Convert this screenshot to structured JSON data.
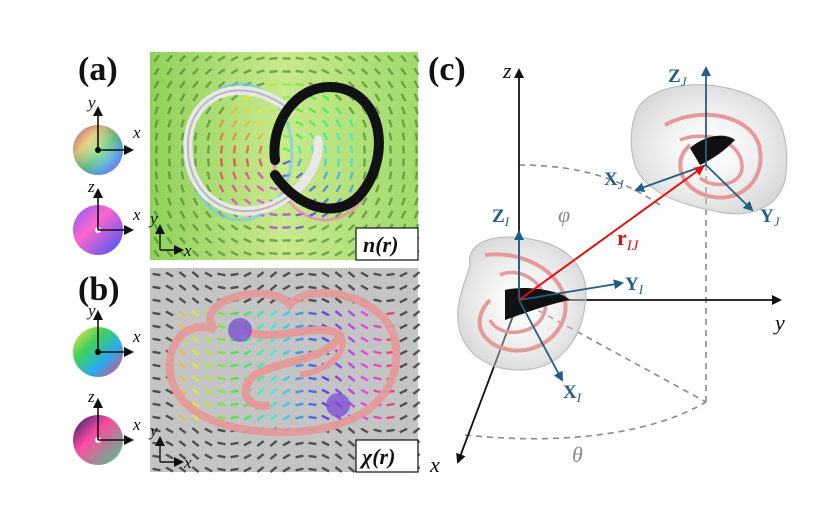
{
  "panels": {
    "a": {
      "label": "(a)",
      "field_label": "n(r)"
    },
    "b": {
      "label": "(b)",
      "field_label": "χ(r)"
    },
    "c": {
      "label": "(c)"
    }
  },
  "axes": {
    "x": "x",
    "y": "y",
    "z": "z"
  },
  "frames": {
    "I": {
      "Z": "Z",
      "Y": "Y",
      "X": "X",
      "sub": "I"
    },
    "J": {
      "Z": "Z",
      "Y": "Y",
      "X": "X",
      "sub": "J"
    }
  },
  "vector": {
    "main": "r",
    "sub": "IJ"
  },
  "angles": {
    "phi": "φ",
    "theta": "θ"
  },
  "colors": {
    "frame_axes": "#1f5f86",
    "vector": "#e01010",
    "dashed": "#8a8a8a",
    "tube_pink": "#e59a9a",
    "background_a": "#a9d36f",
    "background_b": "#bdbdbd"
  }
}
